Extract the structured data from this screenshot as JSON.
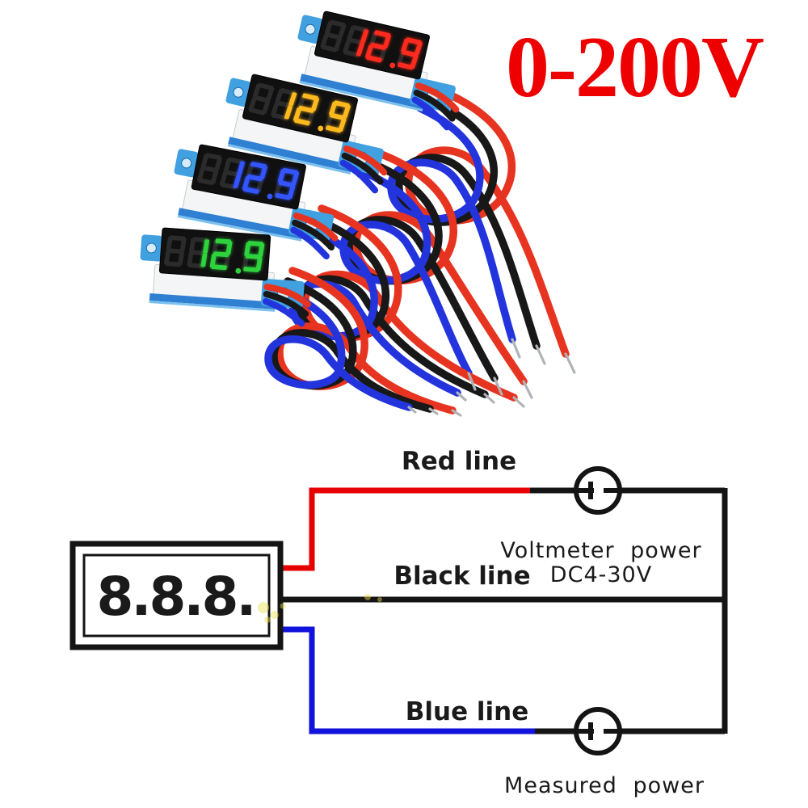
{
  "title": {
    "text": "0-200V",
    "color": "#ee0000"
  },
  "photo": {
    "modules": [
      {
        "id": "red",
        "reading": "12.9",
        "digit_color": "#ff2a1e"
      },
      {
        "id": "yellow",
        "reading": "12.9",
        "digit_color": "#ffb91e"
      },
      {
        "id": "blue",
        "reading": "12.9",
        "digit_color": "#3355ff"
      },
      {
        "id": "green",
        "reading": "12.9",
        "digit_color": "#2ed23c"
      }
    ],
    "wire_colors": {
      "red": "#e73420",
      "black": "#181818",
      "blue": "#2334dd"
    },
    "pcb_colors": {
      "tab": "#41a0e0",
      "edge": "#2f7fd2",
      "hole": "#d6ecfa"
    }
  },
  "diagram": {
    "display_reading": "8.8.8.",
    "labels": {
      "red_line": "Red line",
      "black_line": "Black line",
      "blue_line": "Blue line",
      "voltmeter_power": "Voltmeter power",
      "voltage_range": "DC4-30V",
      "measured_power": "Measured power"
    },
    "colors": {
      "red": "#e60000",
      "black": "#141414",
      "blue": "#1212dd"
    }
  }
}
